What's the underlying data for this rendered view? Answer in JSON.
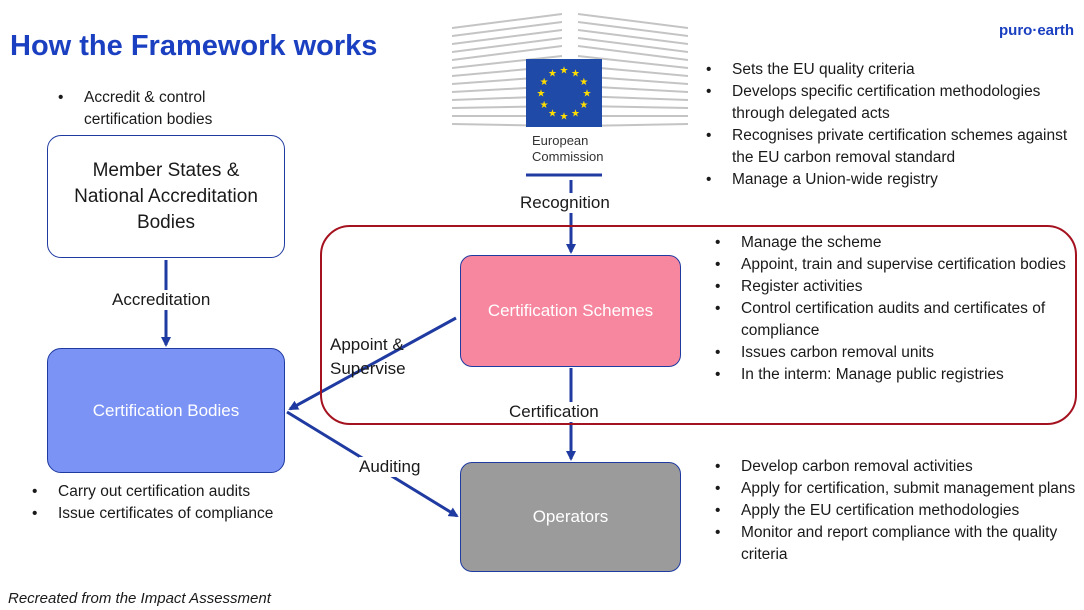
{
  "header": {
    "title": "How the Framework works",
    "brand": "puro·earth"
  },
  "logo": {
    "line1": "European",
    "line2": "Commission"
  },
  "commission_bullets": [
    "Sets the EU quality criteria",
    "Develops specific certification methodologies through delegated acts",
    "Recognises private certification schemes against the EU carbon removal standard",
    "Manage a Union-wide registry"
  ],
  "member_states": {
    "bullets": [
      "Accredit & control certification bodies"
    ],
    "label": "Member States & National Accreditation Bodies"
  },
  "certification_bodies": {
    "label": "Certification Bodies",
    "bullets": [
      "Carry out certification audits",
      "Issue certificates of compliance"
    ]
  },
  "certification_schemes": {
    "label": "Certification Schemes",
    "bullets": [
      "Manage the scheme",
      "Appoint, train and supervise certification bodies",
      "Register activities",
      "Control certification audits and certificates of compliance",
      "Issues carbon removal units",
      "In the interm: Manage public registries"
    ]
  },
  "operators": {
    "label": "Operators",
    "bullets": [
      "Develop carbon removal activities",
      "Apply for certification, submit management plans",
      "Apply the EU certification methodologies",
      "Monitor and report compliance with the quality criteria"
    ]
  },
  "arrows": {
    "recognition": "Recognition",
    "accreditation": "Accreditation",
    "appoint_supervise": "Appoint & Supervise",
    "certification": "Certification",
    "auditing": "Auditing"
  },
  "footer": "Recreated from the Impact Assessment",
  "colors": {
    "title_blue": "#1a3fc0",
    "arrow_blue": "#1f3aa0",
    "certification_bodies_fill": "#7b93f5",
    "certification_schemes_fill": "#f7869f",
    "operators_fill": "#9b9b9b",
    "scheme_frame_red": "#a5121f",
    "eu_flag_blue": "#1f4aa8",
    "eu_star_yellow": "#ffdd00"
  }
}
